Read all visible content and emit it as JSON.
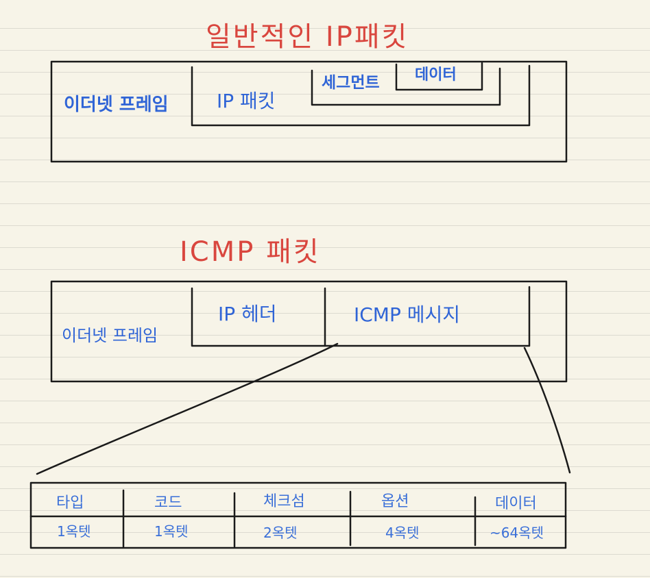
{
  "titles": {
    "general": "일반적인 IP패킷",
    "icmp": "ICMP 패킷"
  },
  "general_diagram": {
    "ethernet_frame": "이더넷 프레임",
    "ip_packet": "IP 패킷",
    "segment": "세그먼트",
    "data": "데이터"
  },
  "icmp_diagram": {
    "ethernet_frame": "이더넷 프레임",
    "ip_header": "IP 헤더",
    "icmp_message": "ICMP 메시지"
  },
  "icmp_table": {
    "headers": [
      "타입",
      "코드",
      "체크섬",
      "옵션",
      "데이터"
    ],
    "sizes": [
      "1옥텟",
      "1옥텟",
      "2옥텟",
      "4옥텟",
      "~64옥텟"
    ]
  }
}
